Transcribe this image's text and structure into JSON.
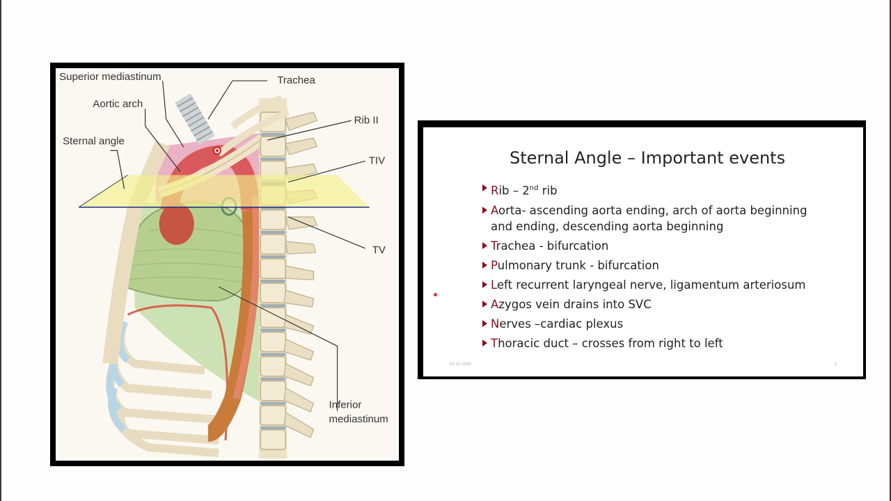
{
  "figure": {
    "labels": {
      "superior_mediastinum": "Superior mediastinum",
      "trachea": "Trachea",
      "aortic_arch": "Aortic arch",
      "rib_ii": "Rib II",
      "sternal_angle": "Sternal angle",
      "tiv": "TIV",
      "tv": "TV",
      "inferior_1": "Inferior",
      "inferior_2": "mediastinum"
    }
  },
  "slide": {
    "title": "Sternal Angle – Important events",
    "bullets": [
      {
        "first": "R",
        "rest": "ib – 2",
        "sup": "nd",
        "after": " rib"
      },
      {
        "first": "A",
        "rest": "orta- ascending aorta ending, arch of aorta beginning and ending, descending aorta beginning"
      },
      {
        "first": "T",
        "rest": "rachea - bifurcation"
      },
      {
        "first": "P",
        "rest": "ulmonary trunk - bifurcation"
      },
      {
        "first": "L",
        "rest": "eft recurrent laryngeal nerve, ligamentum arteriosum"
      },
      {
        "first": "A",
        "rest": "zygos vein drains into SVC"
      },
      {
        "first": "N",
        "rest": "erves –cardiac plexus"
      },
      {
        "first": "T",
        "rest": "horacic duct – crosses from right to left"
      }
    ],
    "footer_date": "04-10-2020",
    "footer_page": "2"
  },
  "colors": {
    "bullet_accent": "#8b0e1e",
    "frame": "#000000"
  }
}
